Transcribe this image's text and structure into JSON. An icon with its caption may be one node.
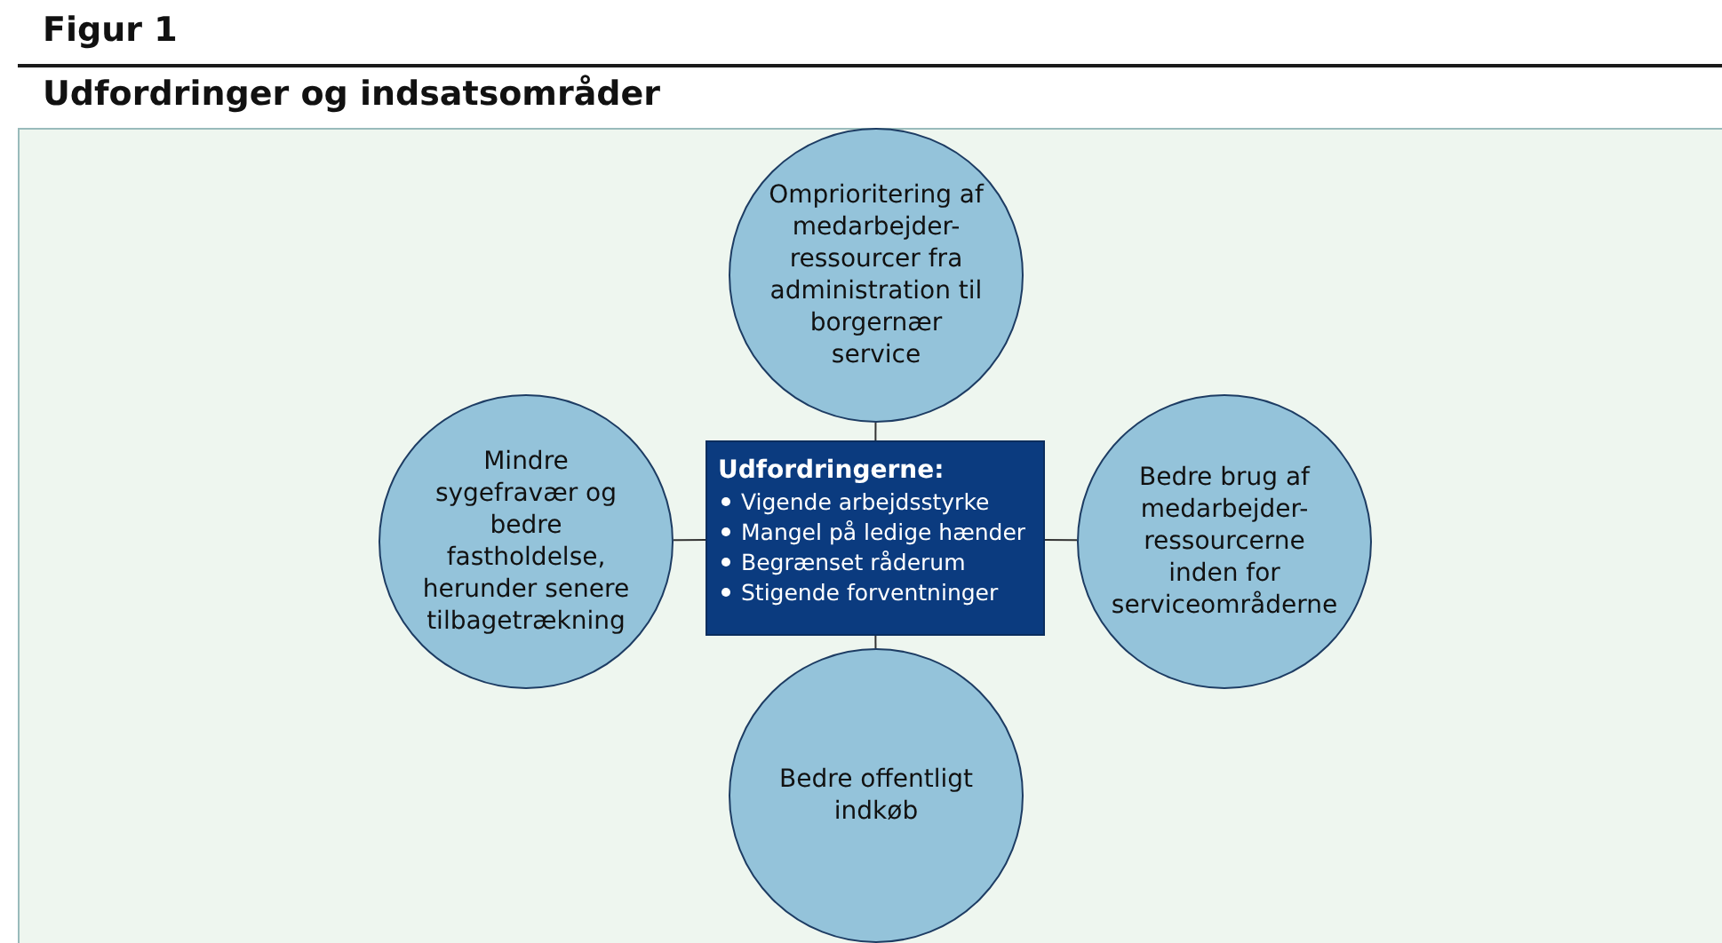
{
  "diagram": {
    "title": "Udfordringer og indsatsområder",
    "nodes": [
      {
        "text": [
          "Udfordringerne:",
          "Vigende arbejdsstyrke",
          "Mangel på ledige hænder",
          "Begrænset råderum",
          "Stigende forventninger"
        ]
      },
      {
        "text": [
          "Omprioritering af medarbejder-ressourcer fra administration til borgernær service"
        ]
      },
      {
        "text": [
          "Mindre sygefravær og bedre fastholdelse, herunder senere tilbagetrækning"
        ]
      },
      {
        "text": [
          "Bedre brug af medarbejder-ressourcerne inden for serviceområderne"
        ]
      },
      {
        "text": [
          "Bedre offentligt indkøb"
        ]
      }
    ],
    "edges": [
      {
        "from": 0,
        "to": 1,
        "arrow": "none"
      },
      {
        "from": 0,
        "to": 2,
        "arrow": "none"
      },
      {
        "from": 0,
        "to": 3,
        "arrow": "none"
      },
      {
        "from": 0,
        "to": 4,
        "arrow": "none"
      }
    ],
    "labels": [
      "Figur 1"
    ]
  }
}
